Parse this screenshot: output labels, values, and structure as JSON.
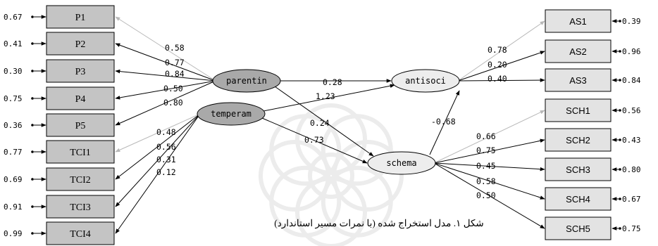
{
  "caption": "شکل ۱. مدل استخراج شده (با نمرات مسیر استاندارد)",
  "colors": {
    "latent_dark": "#a9a9a9",
    "latent_light": "#ededed",
    "box_left": "#c4c4c4",
    "box_right": "#e3e3e3",
    "arrow": "#000000",
    "arrow_faded": "#b8b8b8",
    "watermark": "#ececec"
  },
  "latents": {
    "parentin": "parentin",
    "temperam": "temperam",
    "antisoci": "antisoci",
    "schema": "schema"
  },
  "indicators_left": [
    {
      "label": "P1",
      "error": "0.67",
      "loading": "0.58"
    },
    {
      "label": "P2",
      "error": "0.41",
      "loading": "0.77"
    },
    {
      "label": "P3",
      "error": "0.30",
      "loading": "0.84"
    },
    {
      "label": "P4",
      "error": "0.75",
      "loading": "0.50"
    },
    {
      "label": "P5",
      "error": "0.36",
      "loading": "0.80"
    },
    {
      "label": "TCI1",
      "error": "0.77",
      "loading": "0.48"
    },
    {
      "label": "TCI2",
      "error": "0.69",
      "loading": "0.56"
    },
    {
      "label": "TCI3",
      "error": "0.91",
      "loading": "0.31"
    },
    {
      "label": "TCI4",
      "error": "0.99",
      "loading": "0.12"
    }
  ],
  "indicators_right": [
    {
      "label": "AS1",
      "error": "0.39",
      "loading": "0.78"
    },
    {
      "label": "AS2",
      "error": "0.96",
      "loading": "0.20"
    },
    {
      "label": "AS3",
      "error": "0.84",
      "loading": "0.40"
    },
    {
      "label": "SCH1",
      "error": "0.56",
      "loading": "0.66"
    },
    {
      "label": "SCH2",
      "error": "0.43",
      "loading": "0.75"
    },
    {
      "label": "SCH3",
      "error": "0.80",
      "loading": "0.45"
    },
    {
      "label": "SCH4",
      "error": "0.67",
      "loading": "0.58"
    },
    {
      "label": "SCH5",
      "error": "0.75",
      "loading": "0.50"
    }
  ],
  "paths": {
    "parentin_antisoci": "0.28",
    "temperam_antisoci": "1.23",
    "parentin_schema": "0.24",
    "temperam_schema": "0.73",
    "schema_antisoci": "-0.68"
  }
}
